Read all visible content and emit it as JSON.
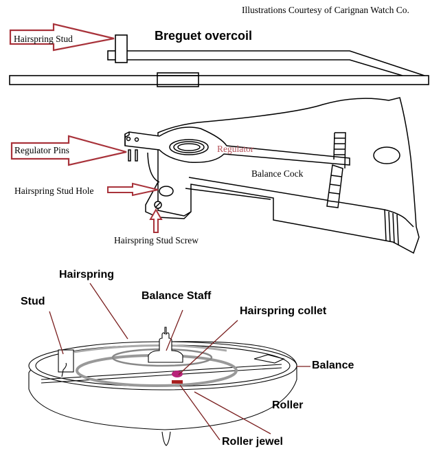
{
  "credit": "Illustrations Courtesy of Carignan Watch Co.",
  "colors": {
    "arrow_outline": "#a8323a",
    "leader_line": "#7a1f1f",
    "regulator_text": "#b5525a",
    "hairspring_gray": "#999999",
    "roller_jewel_magenta": "#b8237a",
    "roller_red": "#a82020"
  },
  "section_overcoil": {
    "title": "Breguet overcoil",
    "labels": {
      "hairspring_stud": "Hairspring Stud"
    }
  },
  "section_balance_cock": {
    "labels": {
      "regulator_pins": "Regulator Pins",
      "regulator": "Regulator",
      "balance_cock": "Balance Cock",
      "hairspring_stud_hole": "Hairspring Stud Hole",
      "hairspring_stud_screw": "Hairspring Stud Screw"
    }
  },
  "section_balance_wheel": {
    "labels": {
      "hairspring": "Hairspring",
      "stud": "Stud",
      "balance_staff": "Balance Staff",
      "hairspring_collet": "Hairspring collet",
      "balance": "Balance",
      "roller": "Roller",
      "roller_jewel": "Roller jewel"
    }
  }
}
